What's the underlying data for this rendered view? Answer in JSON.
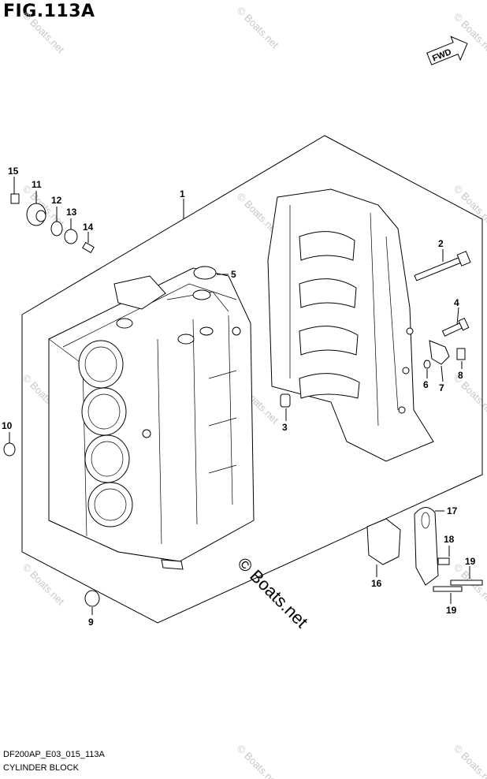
{
  "figure": {
    "title": "FIG.113A",
    "code": "DF200AP_E03_015_113A",
    "name": "CYLINDER BLOCK"
  },
  "direction_badge": "FWD",
  "watermark": {
    "center": "© Boats.net",
    "small": "© Boats.net"
  },
  "callouts": {
    "c1": "1",
    "c2": "2",
    "c3": "3",
    "c4": "4",
    "c5": "5",
    "c6": "6",
    "c7": "7",
    "c8": "8",
    "c9": "9",
    "c10": "10",
    "c11": "11",
    "c12": "12",
    "c13": "13",
    "c14": "14",
    "c15": "15",
    "c16": "16",
    "c17": "17",
    "c18": "18",
    "c19a": "19",
    "c19b": "19"
  }
}
